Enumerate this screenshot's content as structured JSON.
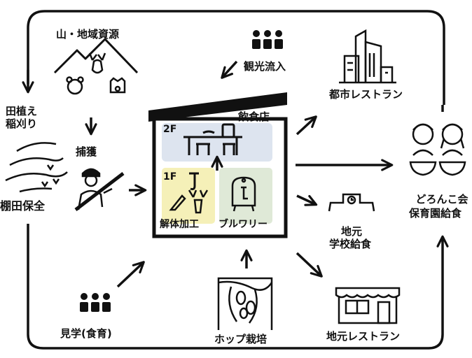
{
  "labels": {
    "mountain": "山・地域資源",
    "rice_planting_line1": "田植え",
    "rice_planting_line2": "稲刈り",
    "capture": "捕獲",
    "terraced_fields": "棚田保全",
    "tourism": "観光流入",
    "restaurant_floor": "飲食店",
    "floor_2f": "2F",
    "floor_1f": "1F",
    "butchery": "解体加工",
    "brewery": "ブルワリー",
    "city_restaurant": "都市レストラン",
    "local_school_line1": "地元",
    "local_school_line2": "学校給食",
    "local_restaurant": "地元レストラン",
    "nursery_line1": "どろんこ会",
    "nursery_line2": "保育園給食",
    "hop": "ホップ栽培",
    "field_trip": "見学(食育)"
  },
  "colors": {
    "floor2_bg": "#dde4ef",
    "butchery_bg": "#f5f0b8",
    "brewery_bg": "#dfe9d7",
    "ink": "#111111"
  }
}
